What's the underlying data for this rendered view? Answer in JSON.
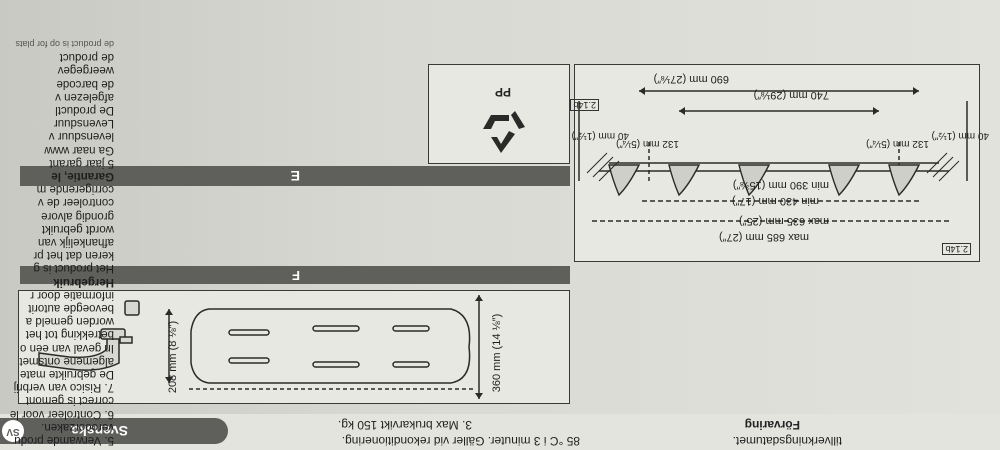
{
  "sidebar_left": {
    "lines": [
      "5. Verwamde produ",
      "verooorzaken.",
      "6. Controleer voor le",
      "correct is gemont",
      "7. Risico van verbrij",
      "De gebruikte mate",
      "algemene ontsmet",
      "In geval van een o",
      "betrekking tot het",
      "worden gemeld a",
      "bevoegde autorit",
      "informatie door r"
    ],
    "heading_reuse": "Hergebruik",
    "lines2": [
      "Het product is g",
      "keren dat het pr",
      "afhankelijk van",
      "wordt gebruikt",
      "grondig alvore",
      "controleer de v",
      "corrigerende m"
    ],
    "heading_warranty": "Garantie, le",
    "lines3": [
      "5 jaar garant",
      "Ga naar www",
      "levensduur v",
      "Levensduur",
      "De productl",
      "afgelezen v",
      "de barcode",
      "weergegev",
      "de product"
    ],
    "footer_partial": "de product is op for plats"
  },
  "section_e": {
    "letter": "E"
  },
  "section_f": {
    "letter": "F"
  },
  "panel_e": {
    "icon_top": "2.14b",
    "dim_690": "690 mm (27⅛″)",
    "dim_740": "740 mm (29⅛″)",
    "dim_40_left": "40 mm (1½″)",
    "dim_40_right": "40 mm (1½″)",
    "dim_132_left": "132 mm (5¼″)",
    "dim_132_right": "132 mm (5¼″)",
    "min_390": "min 390 mm (15⅜″)",
    "min_430": "min 430 mm (17″)",
    "max_635": "max 635 mm (25″)",
    "max_685": "max 685 mm (27″)",
    "icon_mid": "2.14b"
  },
  "recycle": {
    "label": "PP"
  },
  "panel_f": {
    "dim_360": "360 mm (14 ⅛″)",
    "dim_208": "208 mm (8 ⅛″)"
  },
  "footer": {
    "lang_code": "SV",
    "lang_name": "Svenska",
    "item3": "3. Max brukarvikt 150 kg.",
    "sterilize": "85 °C i 3 minuter. Gäller vid rekonditionering.",
    "manuf_date": "tillverkningsdatumet.",
    "storage": "Förvaring"
  }
}
